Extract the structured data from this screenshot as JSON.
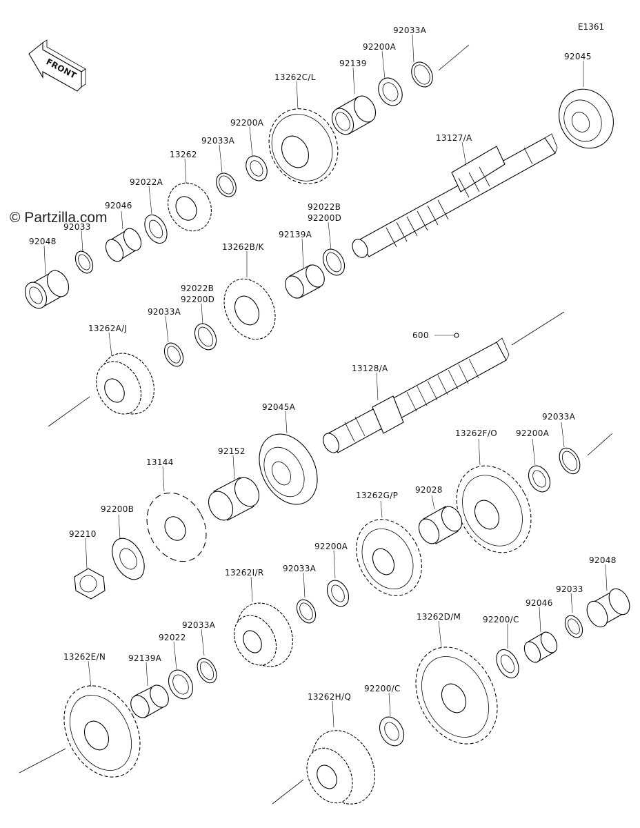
{
  "diagram_code": "E1361",
  "watermark": "© Partzilla.com",
  "front_arrow_label": "FRONT",
  "labels": {
    "l_92033A_top": "92033A",
    "l_92200A_top": "92200A",
    "l_92139": "92139",
    "l_92045": "92045",
    "l_13262CL": "13262C/L",
    "l_13127A": "13127/A",
    "l_92200A_2": "92200A",
    "l_92033A_2": "92033A",
    "l_13262": "13262",
    "l_92022A": "92022A",
    "l_92046_top": "92046",
    "l_92033_top": "92033",
    "l_92048_top": "92048",
    "l_92022B_a": "92022B",
    "l_92200D_a": "92200D",
    "l_92139A_top": "92139A",
    "l_13262BK": "13262B/K",
    "l_92022B_b": "92022B",
    "l_92200D_b": "92200D",
    "l_92033A_3": "92033A",
    "l_13262AJ": "13262A/J",
    "l_600": "600",
    "l_13128A": "13128/A",
    "l_92045A": "92045A",
    "l_92152": "92152",
    "l_13144": "13144",
    "l_13262FO": "13262F/O",
    "l_92200A_4": "92200A",
    "l_92033A_4": "92033A",
    "l_92200B": "92200B",
    "l_92210": "92210",
    "l_13262GP": "13262G/P",
    "l_92028": "92028",
    "l_92200A_5": "92200A",
    "l_92033A_5": "92033A",
    "l_13262IR": "13262I/R",
    "l_92048_bot": "92048",
    "l_92033_bot": "92033",
    "l_92046_bot": "92046",
    "l_13262DM": "13262D/M",
    "l_92200C_a": "92200/C",
    "l_92033A_6": "92033A",
    "l_92022": "92022",
    "l_92139A_bot": "92139A",
    "l_13262EN": "13262E/N",
    "l_13262HQ": "13262H/Q",
    "l_92200C_b": "92200/C"
  }
}
